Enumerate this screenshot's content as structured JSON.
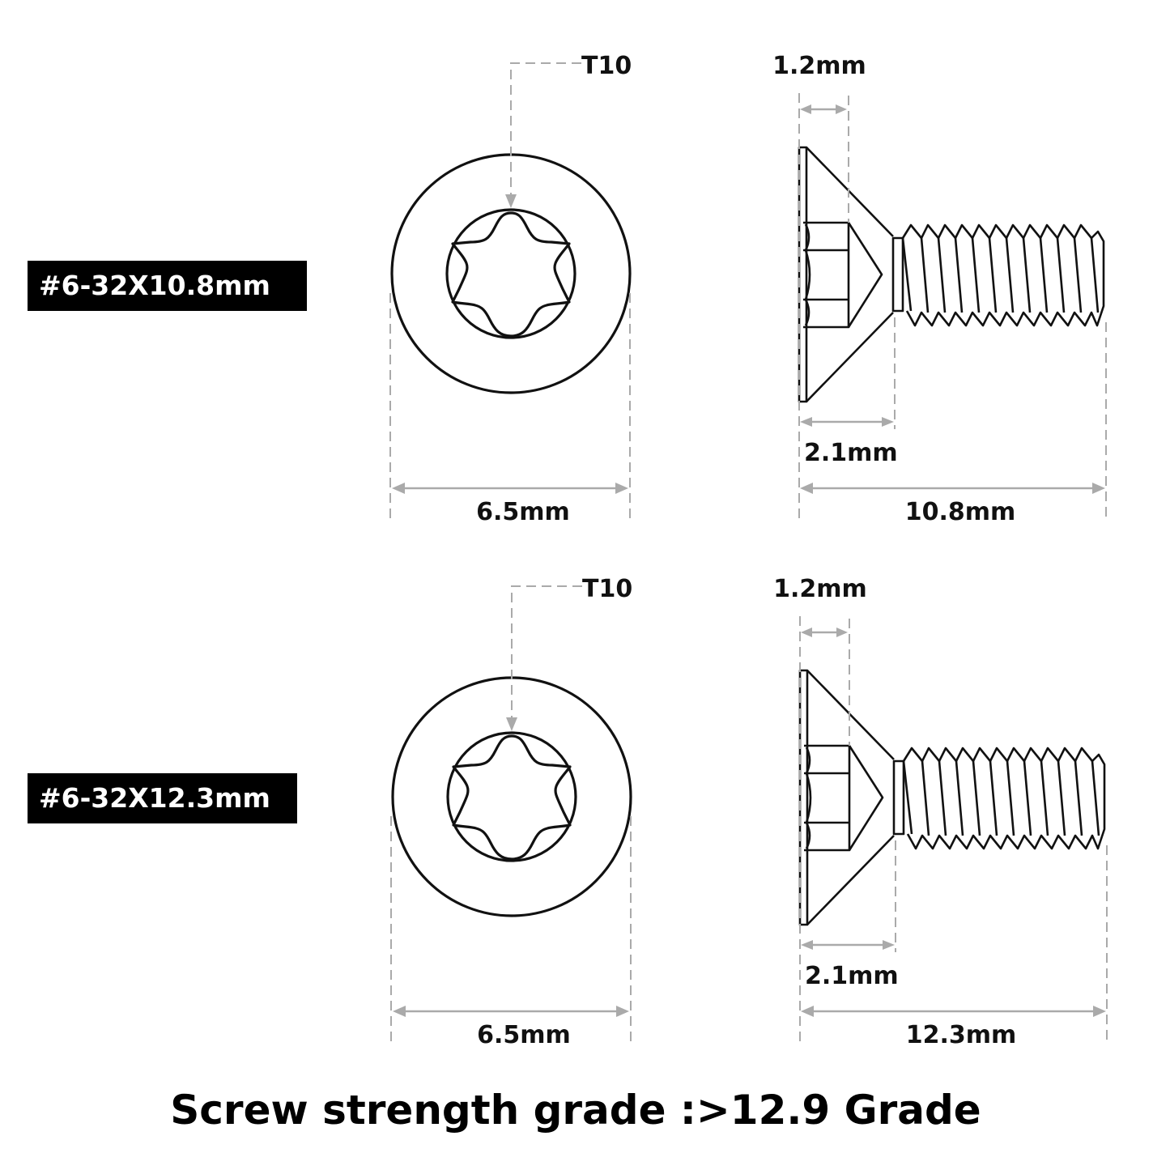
{
  "colors": {
    "line": "#111111",
    "dimension": "#aaaaaa",
    "tag_background": "#000000",
    "tag_text": "#ffffff",
    "background": "#ffffff"
  },
  "screws": [
    {
      "size_tag": "#6-32X10.8mm",
      "drive_label": "T10",
      "head_diameter": "6.5mm",
      "head_depth": "1.2mm",
      "head_height": "2.1mm",
      "total_length": "10.8mm"
    },
    {
      "size_tag": "#6-32X12.3mm",
      "drive_label": "T10",
      "head_diameter": "6.5mm",
      "head_depth": "1.2mm",
      "head_height": "2.1mm",
      "total_length": "12.3mm"
    }
  ],
  "footer": {
    "grade_text": "Screw strength grade :>12.9 Grade"
  }
}
